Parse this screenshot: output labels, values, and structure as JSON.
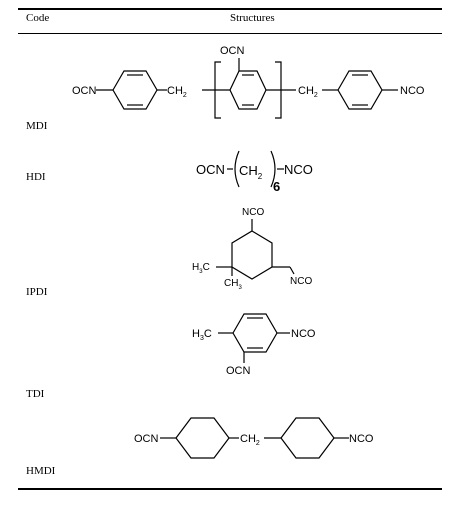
{
  "table": {
    "header": {
      "code": "Code",
      "structures": "Structures"
    },
    "rows": [
      {
        "code": "MDI",
        "formula_labels": {
          "ocn_left": "OCN",
          "ch2_a": "CH",
          "ch2_a_sub": "2",
          "ocn_top": "OCN",
          "ch2_b": "CH",
          "ch2_b_sub": "2",
          "nco_right": "NCO"
        }
      },
      {
        "code": "HDI",
        "formula_labels": {
          "ocn": "OCN",
          "ch2": "CH",
          "ch2_sub": "2",
          "repeat": "6",
          "nco": "NCO"
        }
      },
      {
        "code": "IPDI",
        "formula_labels": {
          "nco_top": "NCO",
          "h3c": "H",
          "h3c_sub": "3",
          "h3c_c": "C",
          "ch3": "CH",
          "ch3_sub": "3",
          "nco_right": "NCO"
        }
      },
      {
        "code": "TDI",
        "formula_labels": {
          "h3c": "H",
          "h3c_sub": "3",
          "h3c_c": "C",
          "nco": "NCO",
          "ocn": "OCN"
        }
      },
      {
        "code": "HMDI",
        "formula_labels": {
          "ocn": "OCN",
          "ch2": "CH",
          "ch2_sub": "2",
          "nco": "NCO"
        }
      }
    ]
  }
}
